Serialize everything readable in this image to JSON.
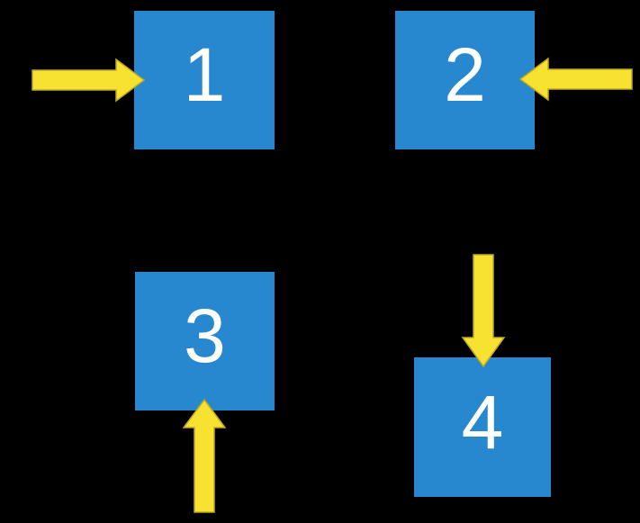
{
  "colors": {
    "background": "#000000",
    "box_fill": "#2788D0",
    "box_label": "#FFFFFF",
    "arrow_fill": "#F7E232",
    "arrow_outline": "#BFA820"
  },
  "boxes": [
    {
      "label": "1",
      "arrow_direction": "right",
      "arrow_enters_from": "left"
    },
    {
      "label": "2",
      "arrow_direction": "left",
      "arrow_enters_from": "right"
    },
    {
      "label": "3",
      "arrow_direction": "up",
      "arrow_enters_from": "bottom"
    },
    {
      "label": "4",
      "arrow_direction": "down",
      "arrow_enters_from": "top"
    }
  ]
}
